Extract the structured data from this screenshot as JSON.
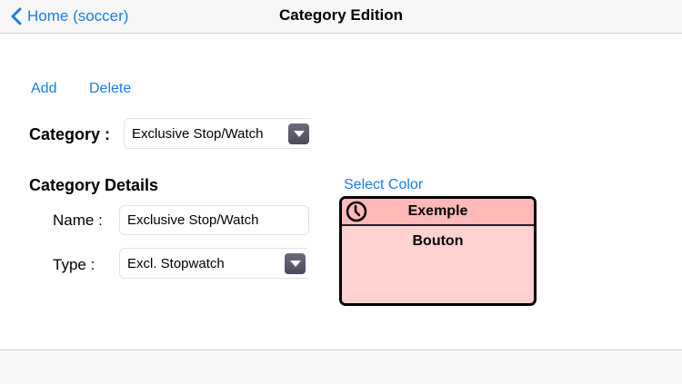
{
  "navbar": {
    "back_label": "Home (soccer)",
    "title": "Category Edition"
  },
  "actions": {
    "add_label": "Add",
    "delete_label": "Delete"
  },
  "category": {
    "label": "Category :",
    "selected": "Exclusive Stop/Watch"
  },
  "details": {
    "heading": "Category Details",
    "name_label": "Name :",
    "name_value": "Exclusive Stop/Watch",
    "type_label": "Type :",
    "type_selected": "Excl. Stopwatch"
  },
  "color": {
    "select_label": "Select Color",
    "header_color": "#ffb9b9",
    "body_color": "#ffd1d1",
    "accent": "#1a7ee0"
  },
  "preview": {
    "header_text": "Exemple",
    "body_text": "Bouton",
    "icon": "clock-icon"
  }
}
